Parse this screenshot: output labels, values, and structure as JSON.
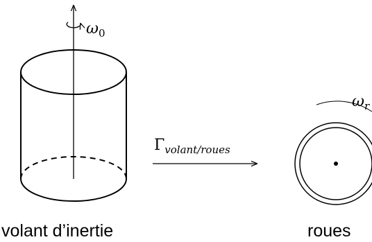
{
  "flywheel": {
    "caption": "volant d’inertie",
    "omega_symbol": "ω",
    "omega_subscript": "0"
  },
  "transfer": {
    "gamma_symbol": "Γ",
    "gamma_subscript": "volant/roues"
  },
  "wheels": {
    "caption": "roues",
    "omega_symbol": "ω",
    "omega_subscript": "r"
  }
}
